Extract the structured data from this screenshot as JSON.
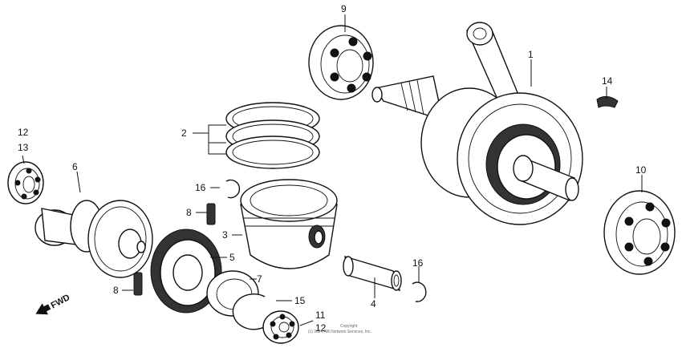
{
  "callouts": {
    "c1": "1",
    "c2": "2",
    "c3": "3",
    "c4": "4",
    "c5": "5",
    "c6": "6",
    "c7": "7",
    "c8a": "8",
    "c8b": "8",
    "c9": "9",
    "c10": "10",
    "c11": "11",
    "c12a": "12",
    "c12b": "12",
    "c13": "13",
    "c14": "14",
    "c15": "15",
    "c16a": "16",
    "c16b": "16"
  },
  "direction_label": "FWD",
  "copyright": {
    "line1": "Copyright",
    "line2": "(c) 2024 ARI Network Services, Inc."
  },
  "colors": {
    "ink": "#111111",
    "background": "#ffffff"
  }
}
